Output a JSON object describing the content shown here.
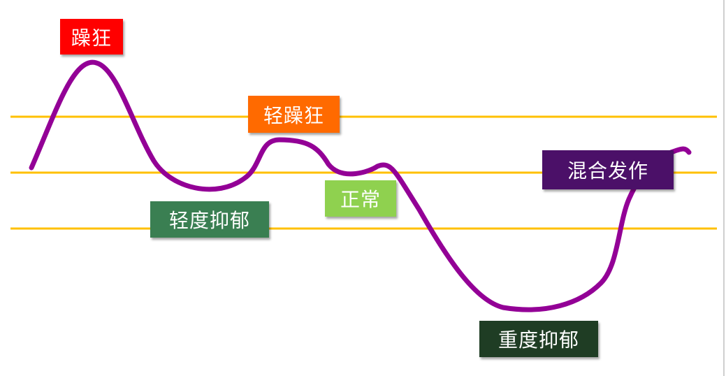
{
  "states": {
    "mania": {
      "label": "躁狂",
      "color": "#ff0000"
    },
    "hypomania": {
      "label": "轻躁狂",
      "color": "#ff6a00"
    },
    "mild_depression": {
      "label": "轻度抑郁",
      "color": "#3a7f52"
    },
    "normal": {
      "label": "正常",
      "color": "#8fd14f"
    },
    "mixed_episode": {
      "label": "混合发作",
      "color": "#4b1068"
    },
    "severe_depression": {
      "label": "重度抑郁",
      "color": "#1f3d24"
    }
  },
  "colors": {
    "mood_curve": "#930096",
    "threshold_lines": "#ffc000"
  }
}
